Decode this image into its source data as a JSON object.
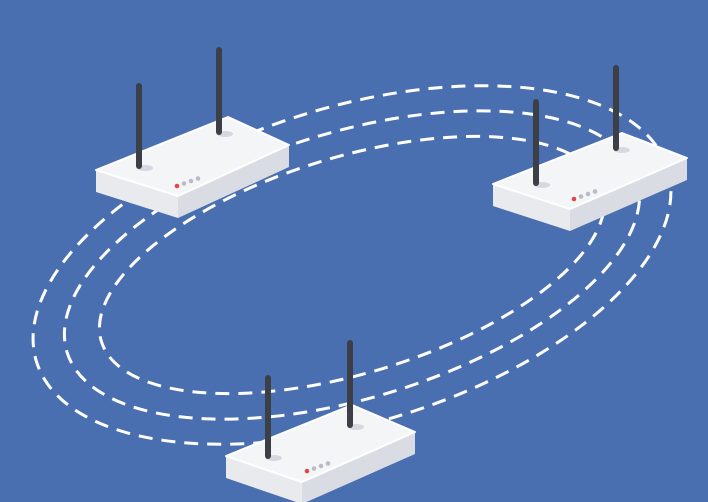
{
  "scene": {
    "subject": "mesh-wifi-routers",
    "router_count": 3,
    "link_rings": 3
  },
  "colors": {
    "background": "#4a6fb1",
    "router_top": "#f4f5f7",
    "router_side": "#d9dce2",
    "router_front": "#e8eaee",
    "antenna": "#3c3f45",
    "led_active": "#e0474c",
    "led_idle": "#b8bcc4",
    "signal_dash": "#ffffff"
  }
}
